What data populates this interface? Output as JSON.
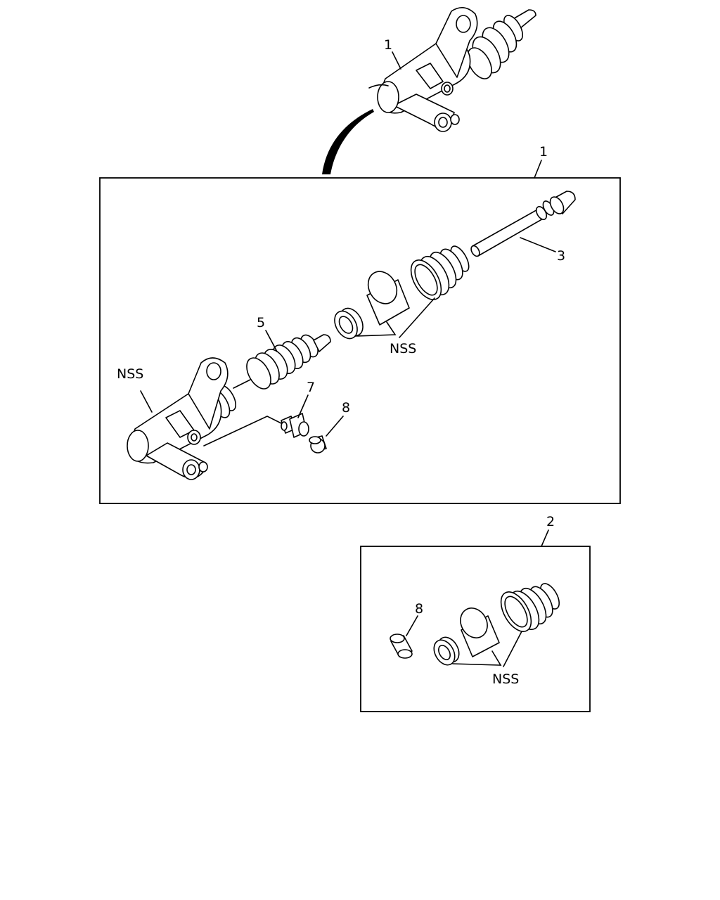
{
  "labels": {
    "assembly_top": "1",
    "assembly_box": "1",
    "pushrod": "3",
    "spring": "5",
    "bleeder": "7",
    "cap_main": "8",
    "nss_body": "NSS",
    "nss_main": "NSS",
    "kit_box": "2",
    "cap_kit": "8",
    "nss_kit": "NSS"
  }
}
